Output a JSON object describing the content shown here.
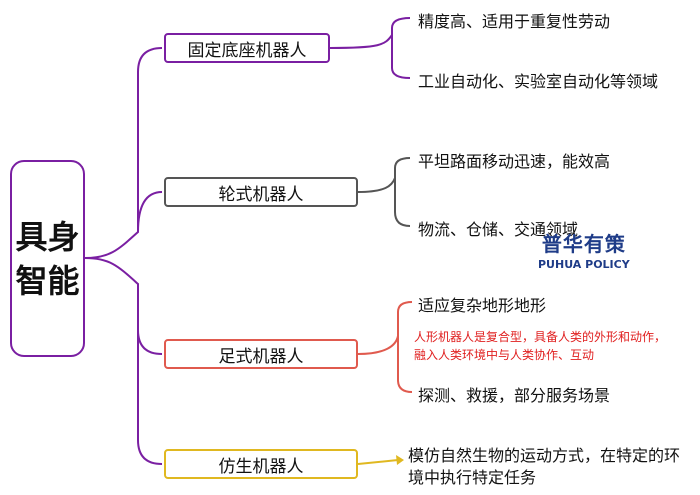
{
  "root": {
    "line1": "具身",
    "line2": "智能"
  },
  "branches": [
    {
      "label": "固定底座机器人",
      "color": "#7a1fa2",
      "leaves": [
        "精度高、适用于重复性劳动",
        "工业自动化、实验室自动化等领域"
      ]
    },
    {
      "label": "轮式机器人",
      "color": "#555555",
      "leaves": [
        "平坦路面移动迅速，能效高",
        "物流、仓储、交通领域"
      ]
    },
    {
      "label": "足式机器人",
      "color": "#e05a4e",
      "leaves": [
        "适应复杂地形地形",
        "探测、救援，部分服务场景"
      ],
      "note": [
        "人形机器人是复合型，具备人类的外形和动作，",
        "融入人类环境中与人类协作、互动"
      ]
    },
    {
      "label": "仿生机器人",
      "color": "#e0b820",
      "leaves": [
        "模仿自然生物的运动方式，在特定的环",
        "境中执行特定任务"
      ]
    }
  ],
  "watermark": {
    "cn": "普华有策",
    "en": "PUHUA POLICY"
  },
  "colors": {
    "trunk": "#7a1fa2",
    "wheel": "#555555",
    "legged": "#e05a4e",
    "bionic": "#e0b820"
  }
}
